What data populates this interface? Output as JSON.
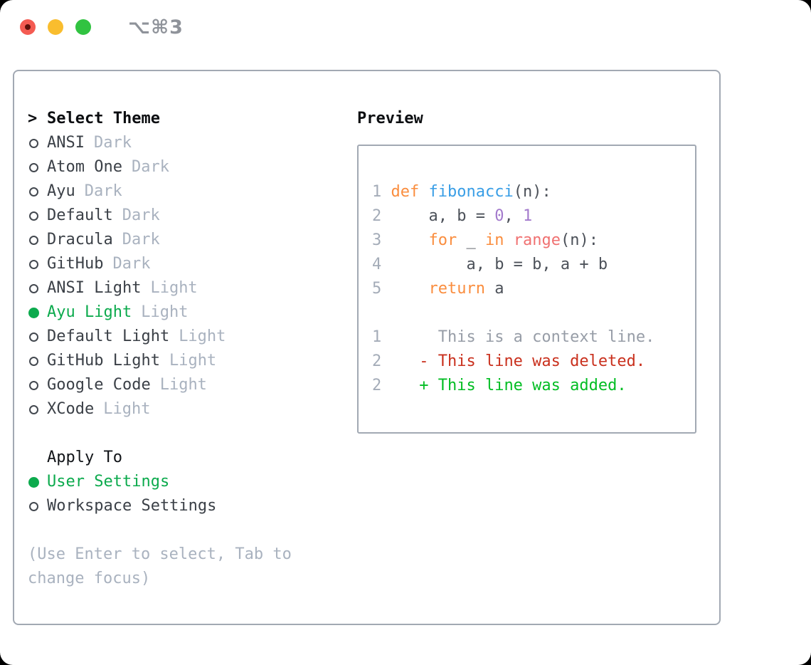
{
  "window": {
    "title": "⌥⌘3",
    "traffic_lights": [
      {
        "name": "close",
        "color": "#f45b52",
        "dot": true
      },
      {
        "name": "minimize",
        "color": "#f9bd2e",
        "dot": false
      },
      {
        "name": "zoom",
        "color": "#31c341",
        "dot": false
      }
    ]
  },
  "theme_panel": {
    "header": {
      "cursor": ">",
      "label": "Select Theme"
    },
    "themes": [
      {
        "name": "ANSI",
        "variant": "Dark",
        "selected": false
      },
      {
        "name": "Atom One",
        "variant": "Dark",
        "selected": false
      },
      {
        "name": "Ayu",
        "variant": "Dark",
        "selected": false
      },
      {
        "name": "Default",
        "variant": "Dark",
        "selected": false
      },
      {
        "name": "Dracula",
        "variant": "Dark",
        "selected": false
      },
      {
        "name": "GitHub",
        "variant": "Dark",
        "selected": false
      },
      {
        "name": "ANSI Light",
        "variant": "Light",
        "selected": false
      },
      {
        "name": "Ayu Light",
        "variant": "Light",
        "selected": true
      },
      {
        "name": "Default Light",
        "variant": "Light",
        "selected": false
      },
      {
        "name": "GitHub Light",
        "variant": "Light",
        "selected": false
      },
      {
        "name": "Google Code",
        "variant": "Light",
        "selected": false
      },
      {
        "name": "XCode",
        "variant": "Light",
        "selected": false
      }
    ],
    "apply_to": {
      "header": "Apply To",
      "options": [
        {
          "name": "User Settings",
          "selected": true
        },
        {
          "name": "Workspace Settings",
          "selected": false
        }
      ]
    },
    "hint": "(Use Enter to select, Tab to change focus)"
  },
  "preview": {
    "header": "Preview",
    "code_lines": [
      {
        "num": "1",
        "segments": [
          {
            "text": "def",
            "style": "keyword"
          },
          {
            "text": " ",
            "style": "plain"
          },
          {
            "text": "fibonacci",
            "style": "function"
          },
          {
            "text": "(n):",
            "style": "plain"
          }
        ]
      },
      {
        "num": "2",
        "segments": [
          {
            "text": "    a, b = ",
            "style": "plain"
          },
          {
            "text": "0",
            "style": "number"
          },
          {
            "text": ", ",
            "style": "plain"
          },
          {
            "text": "1",
            "style": "number"
          }
        ]
      },
      {
        "num": "3",
        "segments": [
          {
            "text": "    ",
            "style": "plain"
          },
          {
            "text": "for",
            "style": "keyword"
          },
          {
            "text": " _ ",
            "style": "plain"
          },
          {
            "text": "in",
            "style": "keyword"
          },
          {
            "text": " ",
            "style": "plain"
          },
          {
            "text": "range",
            "style": "builtin"
          },
          {
            "text": "(n):",
            "style": "plain"
          }
        ]
      },
      {
        "num": "4",
        "segments": [
          {
            "text": "        a, b = b, a + b",
            "style": "plain"
          }
        ]
      },
      {
        "num": "5",
        "segments": [
          {
            "text": "    ",
            "style": "plain"
          },
          {
            "text": "return",
            "style": "keyword"
          },
          {
            "text": " a",
            "style": "plain"
          }
        ]
      }
    ],
    "diff_lines": [
      {
        "num": "1",
        "marker": " ",
        "text": "This is a context line.",
        "type": "context"
      },
      {
        "num": "2",
        "marker": "-",
        "text": "This line was deleted.",
        "type": "deleted"
      },
      {
        "num": "2",
        "marker": "+",
        "text": "This line was added.",
        "type": "added"
      }
    ]
  },
  "colors": {
    "selected_green": "#0caa4d",
    "added_green": "#02bd23",
    "deleted_red": "#c9301d",
    "keyword_orange": "#fa8d3e",
    "function_blue": "#399ee6",
    "number_purple": "#a37acc",
    "builtin_coral": "#f07171",
    "muted_gray": "#a9b2bf",
    "line_number": "#a4acb8",
    "context_gray": "#979da7",
    "border_gray": "#a2a9b3"
  }
}
